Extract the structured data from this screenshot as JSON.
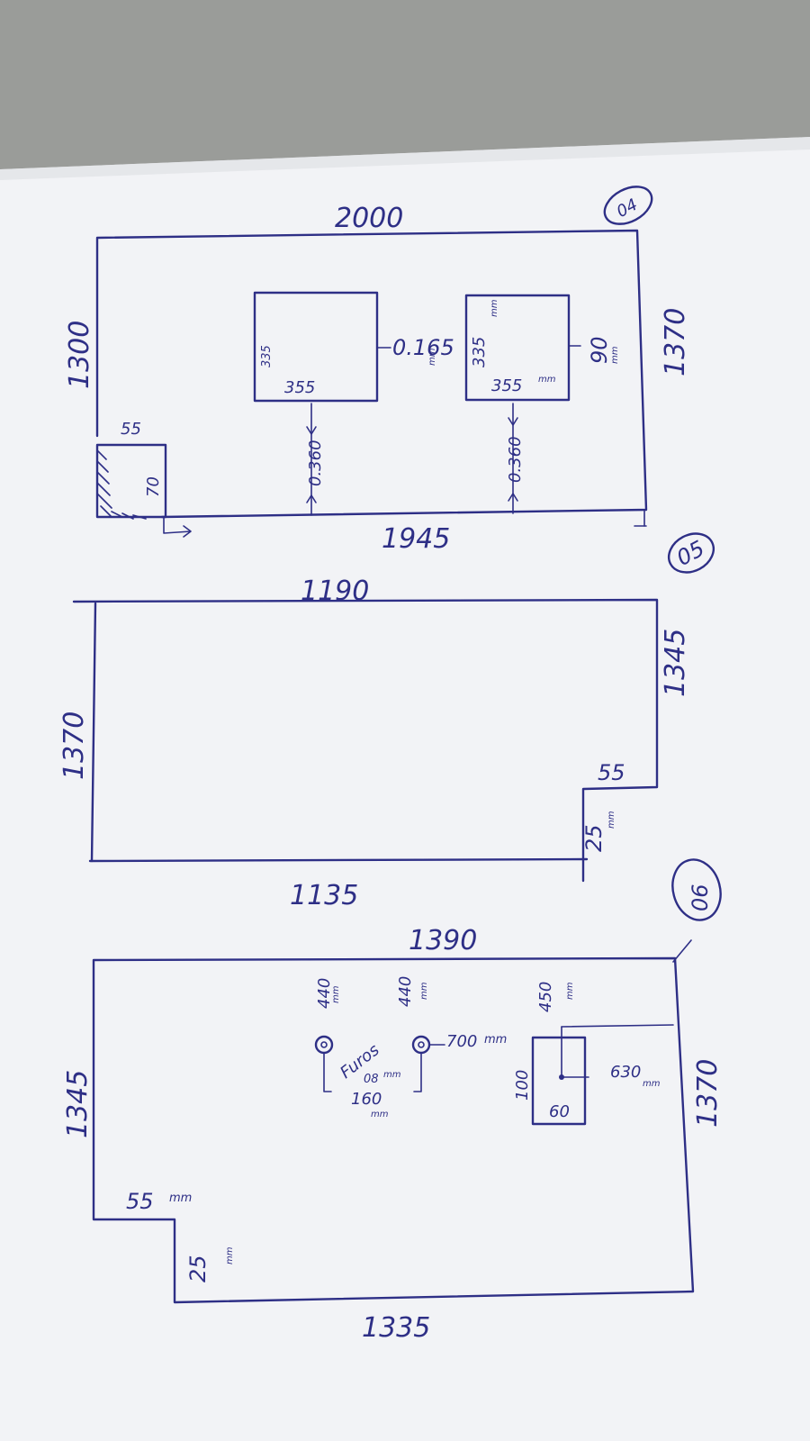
{
  "sheets": [
    {
      "badge": "04",
      "top": "2000",
      "bottom": "1945",
      "left": "1300",
      "right": "1370",
      "notch_w": "55",
      "notch_h": "70",
      "cutouts": [
        {
          "h": "335",
          "w": "355",
          "h_unit": "",
          "w_unit": "",
          "gap": "0.165",
          "gap_unit": "mm",
          "base": "0.360"
        },
        {
          "h": "335",
          "w": "355",
          "h_unit": "mm",
          "w_unit": "mm",
          "gap": "90",
          "gap_unit": "mm",
          "base": "0.360"
        }
      ]
    },
    {
      "badge": "05",
      "top": "1190",
      "bottom": "1135",
      "left": "1370",
      "right": "1345",
      "notch_w": "55",
      "notch_h": "25",
      "notch_h_unit": "mm"
    },
    {
      "badge": "06",
      "top": "1390",
      "bottom": "1335",
      "left": "1345",
      "right": "1370",
      "notch_w": "55",
      "notch_w_unit": "mm",
      "notch_h": "25",
      "notch_h_unit": "mm",
      "hole_left": "440",
      "hole_right": "440",
      "hole_unit": "mm",
      "holes_label": "Furos",
      "holes_size": "08",
      "holes_size_unit": "mm",
      "holes_spacing": "160",
      "holes_spacing_unit": "mm",
      "hole_to_edge": "700",
      "hole_to_edge_unit": "mm",
      "box_top": "450",
      "box_top_unit": "mm",
      "box_h": "100",
      "box_w": "60",
      "box_right": "630",
      "box_right_unit": "mm"
    }
  ],
  "colors": {
    "ink": "#2e2f86",
    "paper": "#f2f3f6",
    "background": "#9a9c99"
  }
}
